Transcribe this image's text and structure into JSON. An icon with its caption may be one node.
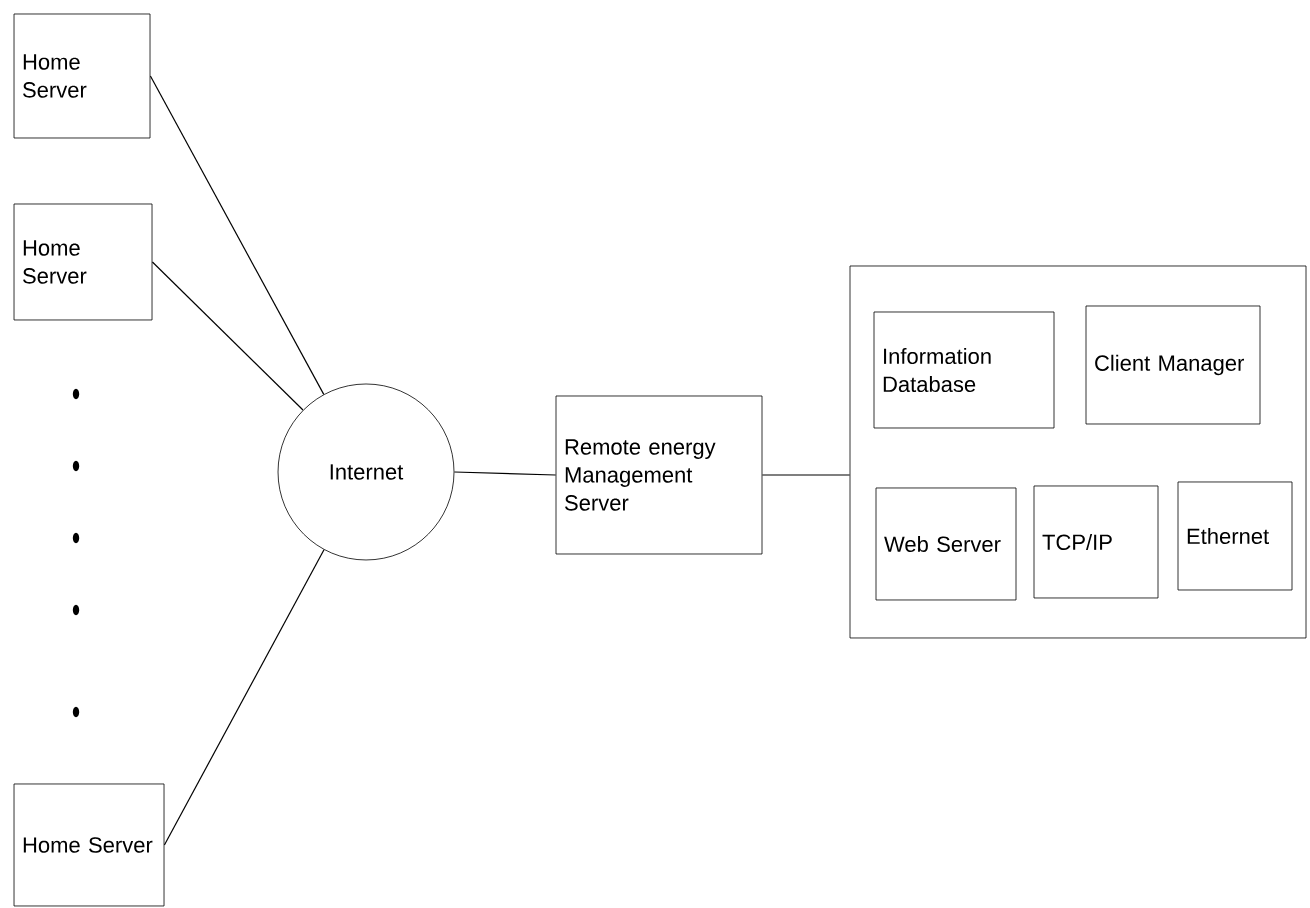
{
  "diagram": {
    "nodes": [
      {
        "text": [
          "Home Server"
        ]
      },
      {
        "text": [
          "Home Server"
        ]
      },
      {
        "text": [
          "Home Server"
        ]
      },
      {
        "text": [
          "Internet"
        ]
      },
      {
        "text": [
          "Remote energy Management Server"
        ]
      },
      {
        "text": [],
        "shape": "box"
      },
      {
        "text": [
          "Information Database"
        ],
        "in": 5
      },
      {
        "text": [
          "Client Manager"
        ],
        "in": 5
      },
      {
        "text": [
          "Web Server"
        ],
        "in": 5
      },
      {
        "text": [
          "TCP/IP"
        ],
        "in": 5
      },
      {
        "text": [
          "Ethernet"
        ],
        "in": 5
      }
    ],
    "edges": [
      {
        "from": 0,
        "to": 3,
        "arrow": "none"
      },
      {
        "from": 1,
        "to": 3,
        "arrow": "none"
      },
      {
        "from": 2,
        "to": 3,
        "arrow": "none"
      },
      {
        "from": 3,
        "to": 4,
        "arrow": "none"
      },
      {
        "from": 4,
        "to": 5,
        "arrow": "none"
      }
    ]
  }
}
